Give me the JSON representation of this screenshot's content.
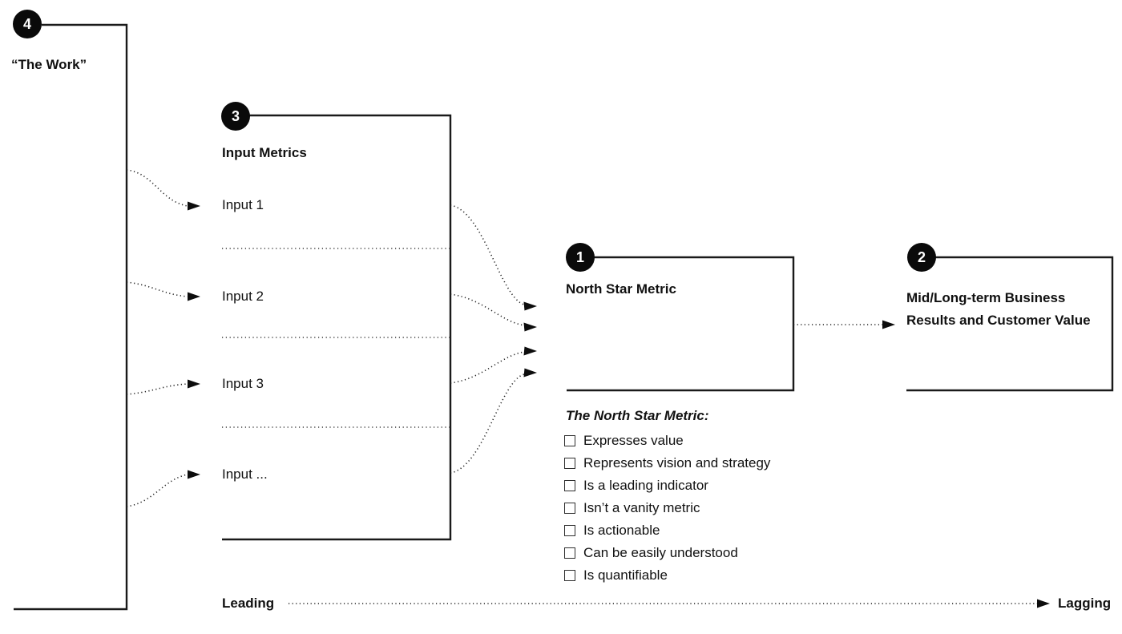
{
  "diagram": {
    "groups": {
      "work": {
        "number": "4",
        "label": "“The Work”"
      },
      "input_metrics": {
        "number": "3",
        "title": "Input Metrics",
        "items": [
          "Input 1",
          "Input 2",
          "Input 3",
          "Input ..."
        ]
      },
      "north_star": {
        "number": "1",
        "title": "North Star Metric"
      },
      "business": {
        "number": "2",
        "title_line1": "Mid/Long-term Business",
        "title_line2": "Results and Customer Value"
      }
    },
    "checklist": {
      "title": "The North Star Metric:",
      "items": [
        "Expresses value",
        "Represents vision and strategy",
        "Is a leading indicator",
        "Isn’t a vanity metric",
        "Is actionable",
        "Can be easily understood",
        "Is quantifiable"
      ]
    },
    "axis": {
      "left": "Leading",
      "right": "Lagging"
    },
    "colors": {
      "line": "#1a1a1a",
      "badge_bg": "#0a0a0a",
      "badge_text": "#ffffff",
      "background": "#ffffff"
    }
  }
}
